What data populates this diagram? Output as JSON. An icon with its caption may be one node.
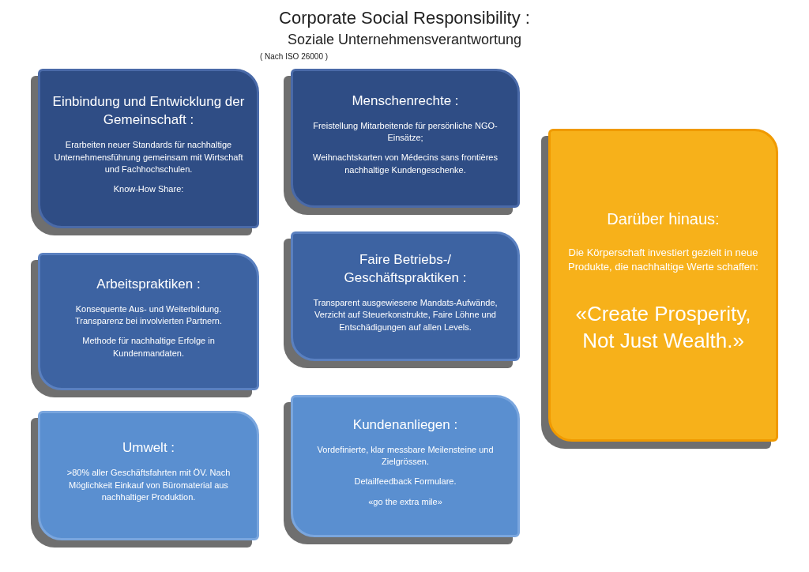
{
  "diagram": {
    "title": "Corporate Social Responsibility :",
    "nodes": [
      {
        "text": [
          "Einbindung und Entwicklung der Gemeinschaft :",
          "Erarbeiten neuer Standards für nachhaltige Unternehmensführung gemeinsam mit Wirtschaft und Fachhochschulen.",
          "Know-How Share:"
        ]
      },
      {
        "text": [
          "Menschenrechte :",
          "Freistellung Mitarbeitende für persönliche NGO-Einsätze;",
          "Weihnachtskarten von Médecins sans frontières nachhaltige Kundengeschenke."
        ]
      },
      {
        "text": [
          "Darüber hinaus:",
          "Die Körperschaft investiert gezielt in neue Produkte, die nachhaltige Werte schaffen:",
          "«Create Prosperity, Not Just Wealth.»"
        ]
      },
      {
        "text": [
          "Arbeitspraktiken :",
          "Konsequente Aus- und Weiterbildung. Transparenz bei involvierten Partnern.",
          "Methode für nachhaltige Erfolge in Kundenmandaten."
        ]
      },
      {
        "text": [
          "Faire Betriebs-/ Geschäftspraktiken :",
          "Transparent ausgewiesene Mandats-Aufwände, Verzicht auf Steuerkonstrukte, Faire Löhne und Entschädigungen auf allen Levels."
        ]
      },
      {
        "text": [
          "Umwelt :",
          ">80% aller Geschäftsfahrten mit ÖV. Nach Möglichkeit Einkauf von Büromaterial aus nachhaltiger Produktion."
        ]
      },
      {
        "text": [
          "Kundenanliegen :",
          "Vordefinierte, klar messbare Meilensteine und Zielgrössen.",
          "Detailfeedback Formulare.",
          "«go the extra mile»"
        ]
      }
    ],
    "edges": [],
    "labels": [
      "Soziale Unternehmensverantwortung",
      "( Nach ISO 26000 )"
    ]
  }
}
